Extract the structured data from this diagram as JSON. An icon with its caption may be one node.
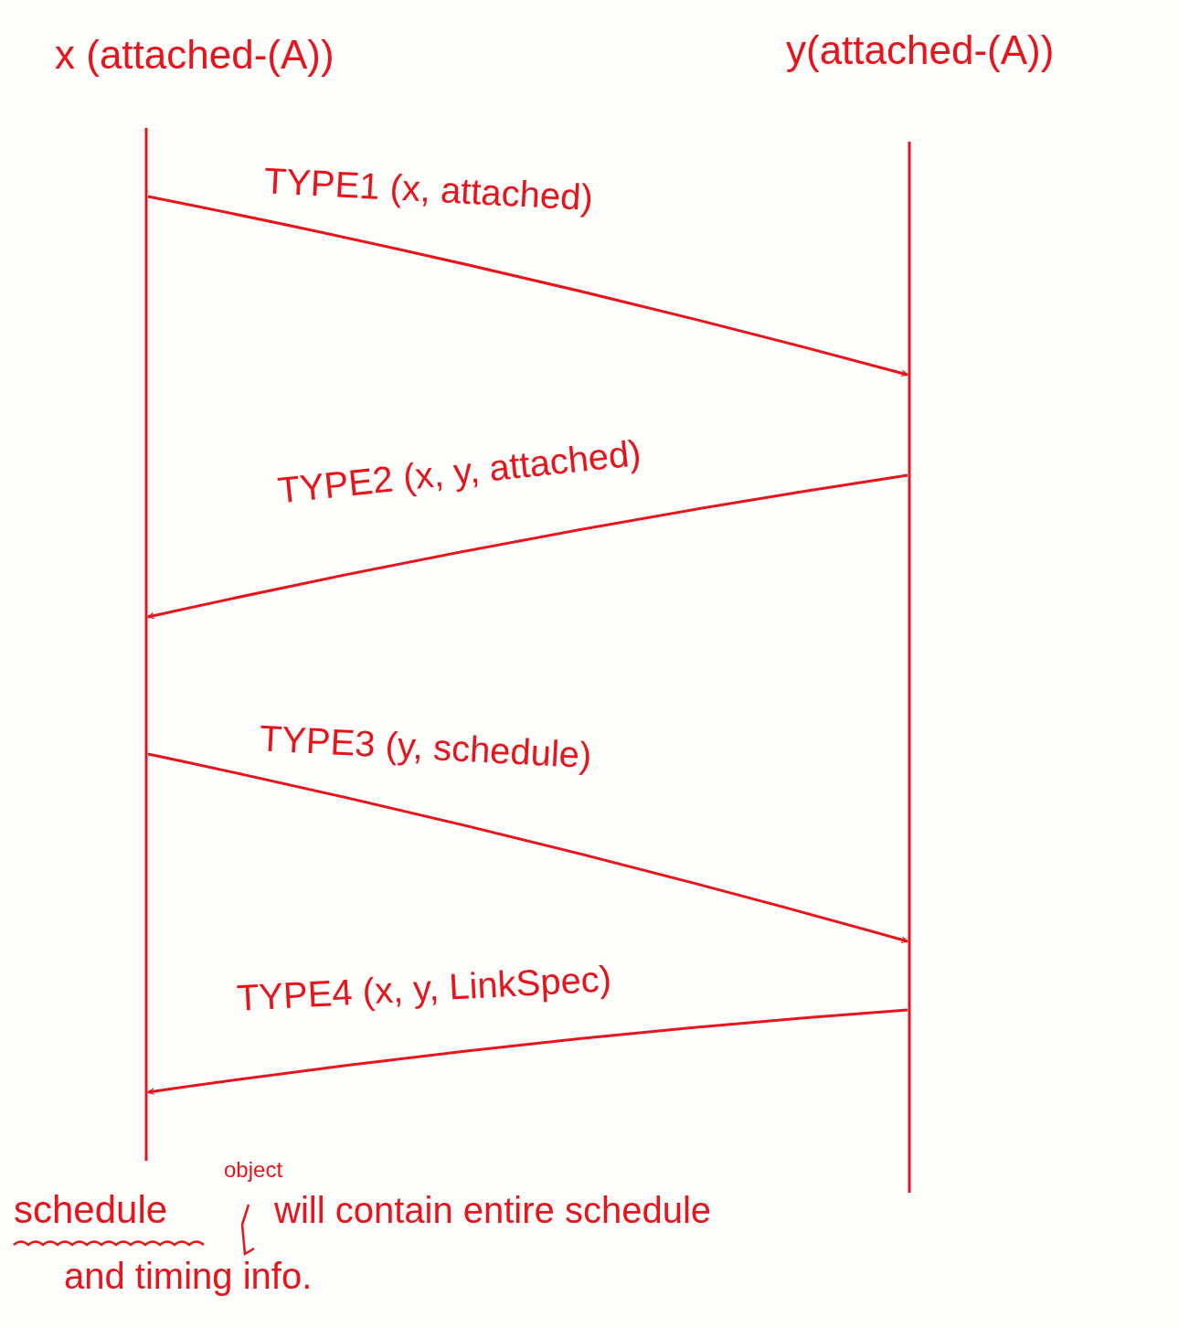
{
  "diagram": {
    "nodes": [
      {
        "text": [
          "x (attached-(A))"
        ]
      },
      {
        "text": [
          "y(attached-(A))"
        ]
      }
    ],
    "edges": [
      {
        "from": 0,
        "to": 1,
        "arrow": "to",
        "label": "TYPE1 (x, attached)"
      },
      {
        "from": 1,
        "to": 0,
        "arrow": "to",
        "label": "TYPE2 (x, y, attached)"
      },
      {
        "from": 0,
        "to": 1,
        "arrow": "to",
        "label": "TYPE3 (y, schedule)"
      },
      {
        "from": 1,
        "to": 0,
        "arrow": "to",
        "label": "TYPE4 (x, y, LinkSpec)"
      }
    ],
    "labels": [
      "schedule",
      "object",
      "will contain entire schedule and timing info."
    ]
  }
}
